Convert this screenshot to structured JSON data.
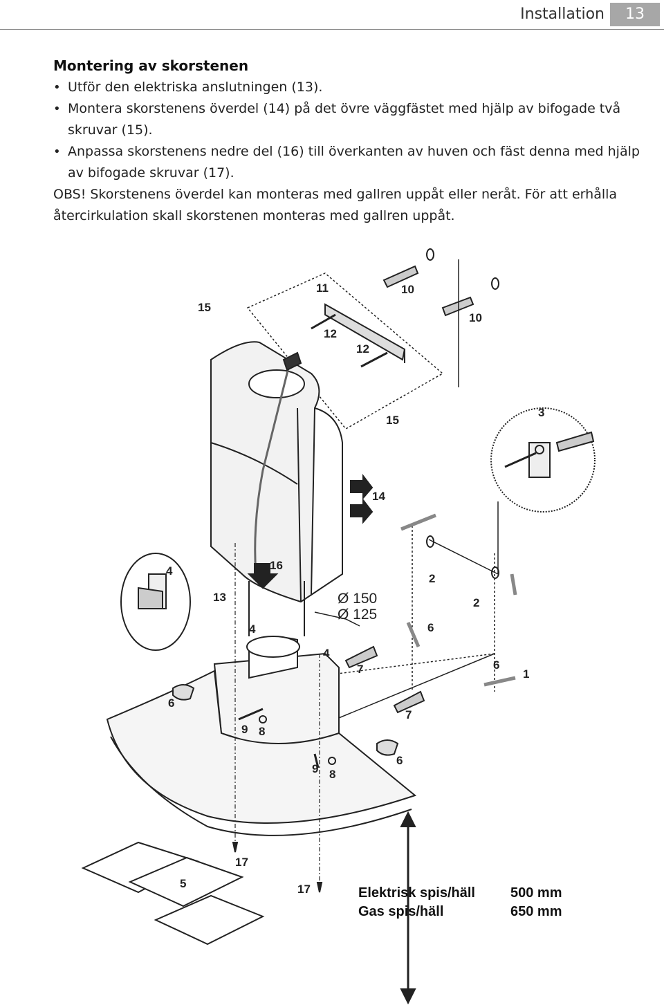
{
  "header": {
    "title": "Installation",
    "page_number": "13"
  },
  "section": {
    "title": "Montering av skorstenen",
    "steps": [
      "Utför den elektriska anslutningen (13).",
      "Montera skorstenens överdel (14) på det övre väggfästet med hjälp av bifogade två skruvar (15).",
      "Anpassa skorstenens nedre del (16) till överkanten av huven och fäst denna med hjälp av bifogade skruvar (17)."
    ],
    "note": "OBS! Skorstenens överdel kan monteras med gallren uppåt eller neråt. För att erhålla återcirkulation skall skorstenen monteras med gallren uppåt."
  },
  "diagram": {
    "labels": {
      "l1": "1",
      "l2a": "2",
      "l2b": "2",
      "l3": "3",
      "l4a": "4",
      "l4b": "4",
      "l4c": "4",
      "l5": "5",
      "l6a": "6",
      "l6b": "6",
      "l6c": "6",
      "l6d": "6",
      "l7a": "7",
      "l7b": "7",
      "l8a": "8",
      "l8b": "8",
      "l9a": "9",
      "l9b": "9",
      "l10a": "10",
      "l10b": "10",
      "l11": "11",
      "l12a": "12",
      "l12b": "12",
      "l13": "13",
      "l14": "14",
      "l15a": "15",
      "l15b": "15",
      "l16": "16",
      "l17a": "17",
      "l17b": "17"
    },
    "diameters": [
      "Ø 150",
      "Ø 125"
    ],
    "distance_table": [
      {
        "label": "Elektrisk spis/häll",
        "value": "500 mm"
      },
      {
        "label": "Gas spis/häll",
        "value": "650 mm"
      }
    ]
  }
}
